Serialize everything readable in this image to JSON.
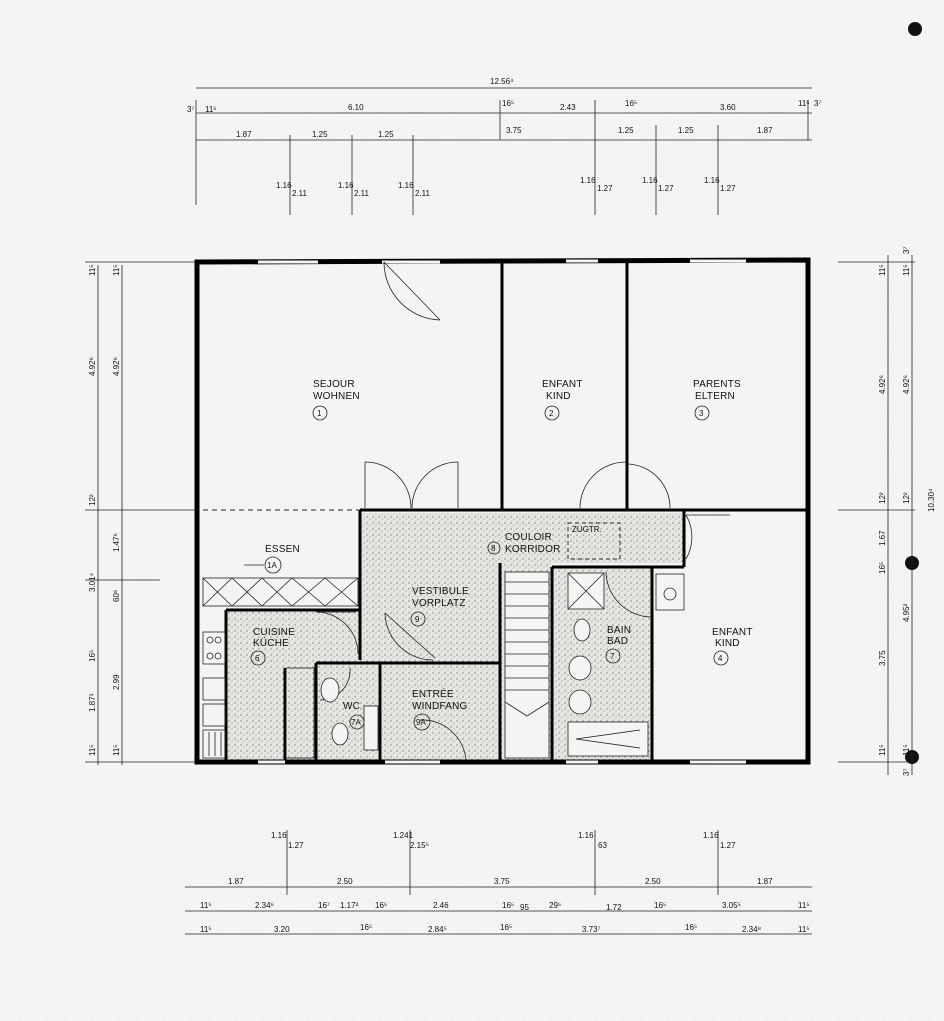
{
  "rooms": [
    {
      "key": "sejour",
      "l1": "SEJOUR",
      "l2": "WOHNEN",
      "n": "1"
    },
    {
      "key": "enfant2",
      "l1": "ENFANT",
      "l2": "KIND",
      "n": "2"
    },
    {
      "key": "parents",
      "l1": "PARENTS",
      "l2": "ELTERN",
      "n": "3"
    },
    {
      "key": "essen",
      "l1": "ESSEN",
      "l2": "",
      "n": "1A"
    },
    {
      "key": "couloir",
      "l1": "COULOIR",
      "l2": "KORRIDOR",
      "n": "8"
    },
    {
      "key": "vestibule",
      "l1": "VESTIBULE",
      "l2": "VORPLATZ",
      "n": "9"
    },
    {
      "key": "cuisine",
      "l1": "CUISINE",
      "l2": "KÜCHE",
      "n": "6"
    },
    {
      "key": "wc",
      "l1": "WC",
      "l2": "",
      "n": "7A"
    },
    {
      "key": "entree",
      "l1": "ENTRÉE",
      "l2": "WINDFANG",
      "n": "9A"
    },
    {
      "key": "bain",
      "l1": "BAIN",
      "l2": "BAD",
      "n": "7"
    },
    {
      "key": "enfant4",
      "l1": "ENFANT",
      "l2": "KIND",
      "n": "4"
    }
  ],
  "zugtr": "ZUGTR.",
  "dims_top": {
    "overall": "12.56⁴",
    "row1": [
      "3⁷",
      "11⁵",
      "6.10",
      "16⁵",
      "2.43",
      "16⁵",
      "3.60",
      "11⁵",
      "3⁷"
    ],
    "row2": [
      "1.87",
      "1.25",
      "1.25",
      "3.75",
      "1.25",
      "1.25",
      "1.87"
    ],
    "win": [
      "1.16",
      "2.11",
      "1.16",
      "2.11",
      "1.16",
      "2.11",
      "1.16",
      "1.27",
      "1.16",
      "1.27",
      "1.16",
      "1.27"
    ]
  },
  "dims_bottom": {
    "win": [
      "1.16",
      "1.27",
      "1.241",
      "2.15⁵",
      "1.16",
      "63",
      "1.16",
      "1.27"
    ],
    "row1": [
      "1.87",
      "2.50",
      "3.75",
      "2.50",
      "1.87"
    ],
    "row2": [
      "11⁵",
      "2.34⁶",
      "16⁷",
      "1.17²",
      "16⁵",
      "2.46",
      "16⁵",
      "95",
      "29⁵",
      "1.72",
      "16⁵",
      "3.05⁵",
      "11⁵"
    ],
    "row3": [
      "11⁵",
      "3.20",
      "16⁵",
      "2.84⁵",
      "16⁵",
      "3.73⁷",
      "16⁵",
      "2.34⁸",
      "11⁵"
    ]
  },
  "dims_left": [
    "11⁵",
    "11⁵",
    "4.92⁶",
    "4.92⁶",
    "12²",
    "1.47⁶",
    "3.01⁴",
    "60⁸",
    "16⁵",
    "2.99",
    "1.87³",
    "11⁵",
    "11⁵"
  ],
  "dims_right": [
    "3⁷",
    "11⁵",
    "11⁵",
    "4.92⁶",
    "4.92⁶",
    "12²",
    "12²",
    "10.30⁴",
    "1.67",
    "16⁵",
    "4.95²",
    "3.75",
    "11⁵",
    "11⁵",
    "3⁷"
  ]
}
